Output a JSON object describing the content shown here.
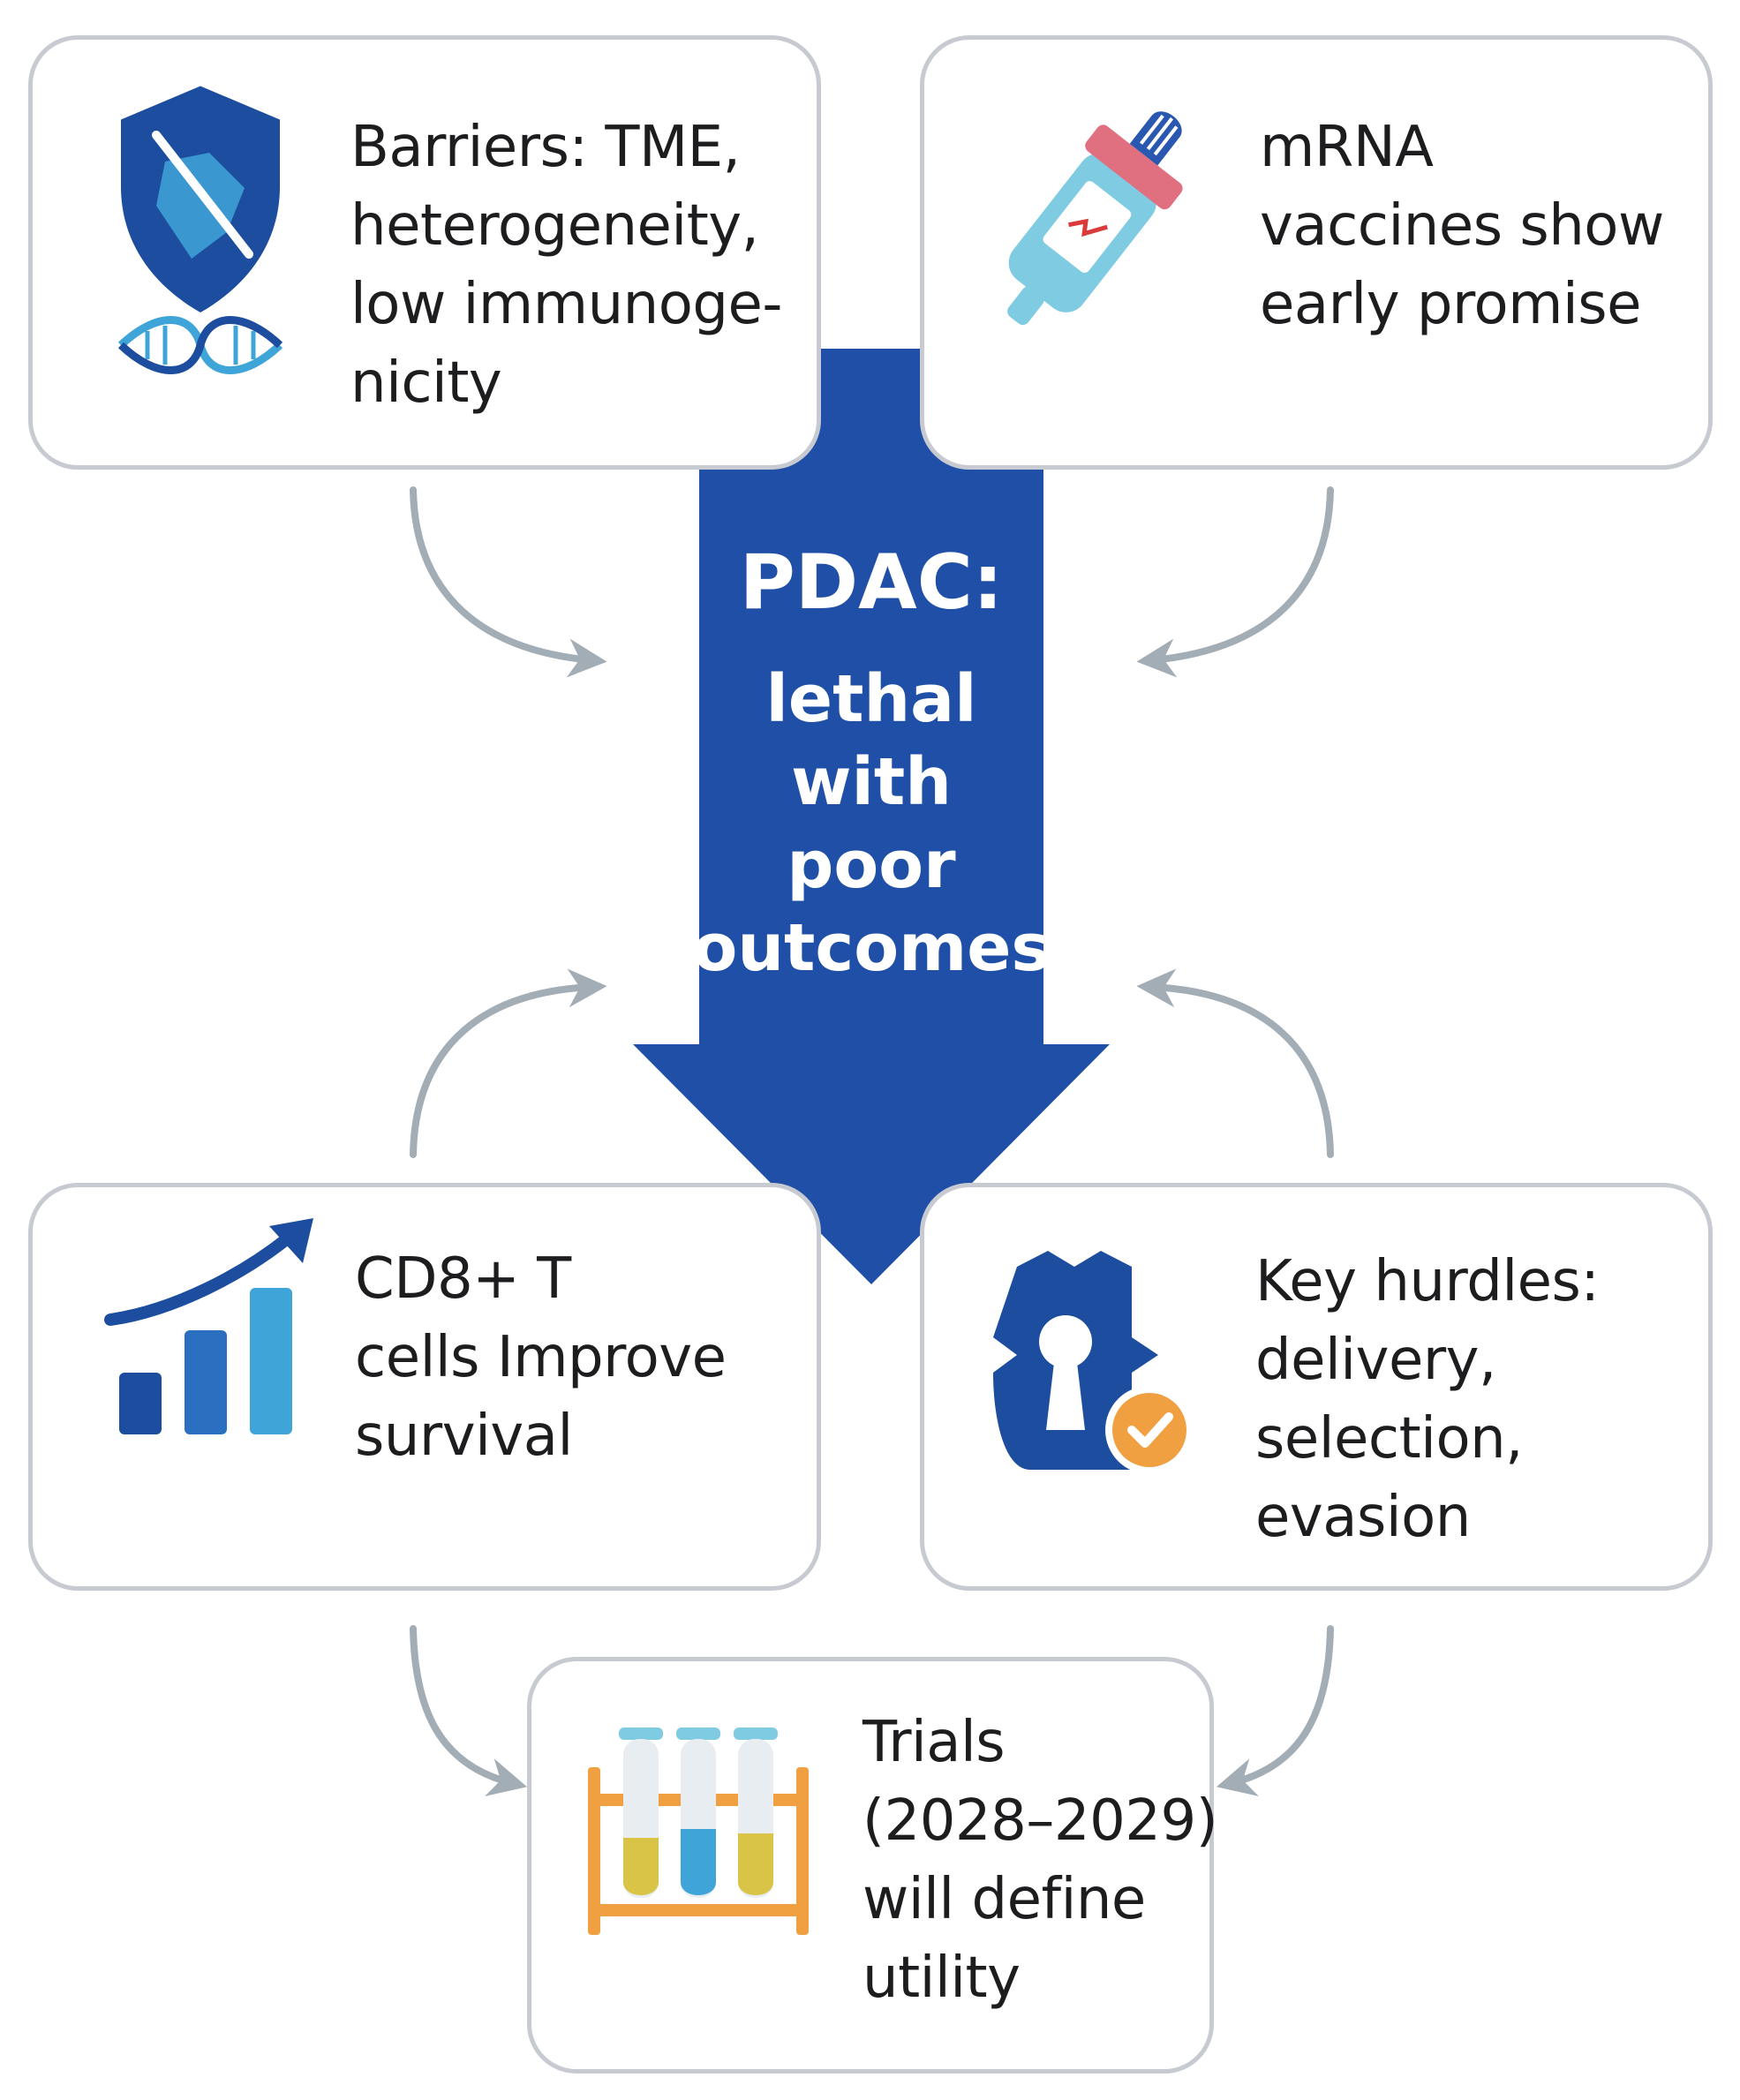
{
  "center": {
    "title": "PDAC:",
    "lines": [
      "lethal",
      "with",
      "poor",
      "outcomes"
    ]
  },
  "cards": {
    "barriers": {
      "lines": [
        "Barriers: TME,",
        "heterogeneity,",
        "low immunoge-",
        "nicity"
      ],
      "icon": "shield-dna-icon"
    },
    "mrna": {
      "lines": [
        "mRNA",
        "vaccines show",
        "early promise"
      ],
      "icon": "vaccine-vial-icon"
    },
    "cd8": {
      "lines": [
        "CD8+ T",
        "cells Improve",
        "survival"
      ],
      "icon": "growth-chart-icon"
    },
    "hurdles": {
      "lines": [
        "Key hurdles:",
        "delivery,",
        "selection,",
        "evasion"
      ],
      "icon": "keyhole-shield-check-icon"
    },
    "trials": {
      "lines": [
        "Trials",
        "(2028–2029)",
        "will define",
        "utility"
      ],
      "icon": "test-tubes-icon"
    }
  },
  "colors": {
    "center_arrow": "#1f4fa6",
    "card_border": "#c7cbd1",
    "connector": "#a3adb5",
    "icon_blue_dark": "#1d4d9e",
    "icon_blue_light": "#3fa5d8",
    "accent_orange": "#f0a040",
    "accent_red": "#e07080",
    "accent_yellow": "#d9c447"
  }
}
